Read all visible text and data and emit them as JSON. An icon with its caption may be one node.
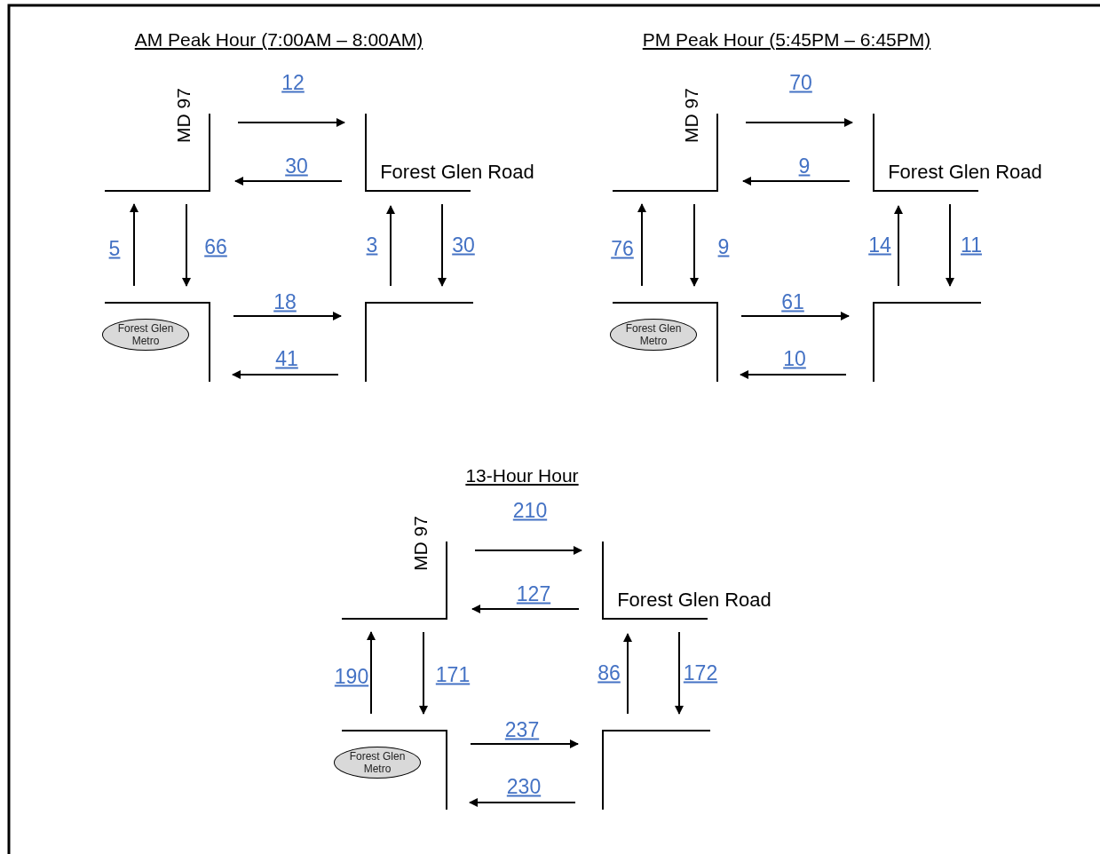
{
  "diagram": {
    "nodes": [
      {
        "text": [
          "Forest Glen Metro"
        ]
      },
      {
        "text": [
          "Forest Glen Metro"
        ]
      },
      {
        "text": [
          "Forest Glen Metro"
        ]
      }
    ],
    "labels": [
      "AM Peak Hour (7:00AM – 8:00AM)",
      "MD 97",
      "12",
      "30",
      "Forest Glen Road",
      "5",
      "66",
      "3",
      "30",
      "18",
      "41",
      "PM Peak Hour (5:45PM – 6:45PM)",
      "MD 97",
      "70",
      "9",
      "Forest Glen Road",
      "76",
      "9",
      "14",
      "11",
      "61",
      "10",
      "13-Hour Hour",
      "MD 97",
      "210",
      "127",
      "Forest Glen Road",
      "190",
      "171",
      "86",
      "172",
      "237",
      "230"
    ]
  }
}
